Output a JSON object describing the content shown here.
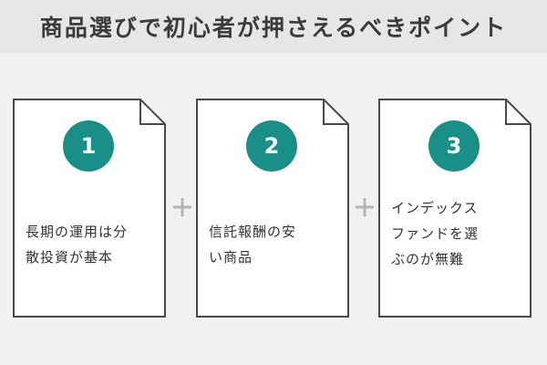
{
  "title": "商品選びで初心者が押さえるべきポイント",
  "colors": {
    "title_bg": "#e6e6e6",
    "content_bg": "#f1f1f1",
    "accent": "#1a8f87",
    "border": "#4a4a4a",
    "plus": "#b5b5b5"
  },
  "plus_icon": "plus-icon",
  "cards": [
    {
      "number": "1",
      "lines": [
        "長期の運用は分",
        "散投資が基本"
      ]
    },
    {
      "number": "2",
      "lines": [
        "信託報酬の安",
        "い商品"
      ]
    },
    {
      "number": "3",
      "lines": [
        "インデックス",
        "ファンドを選",
        "ぶのが無難"
      ]
    }
  ]
}
